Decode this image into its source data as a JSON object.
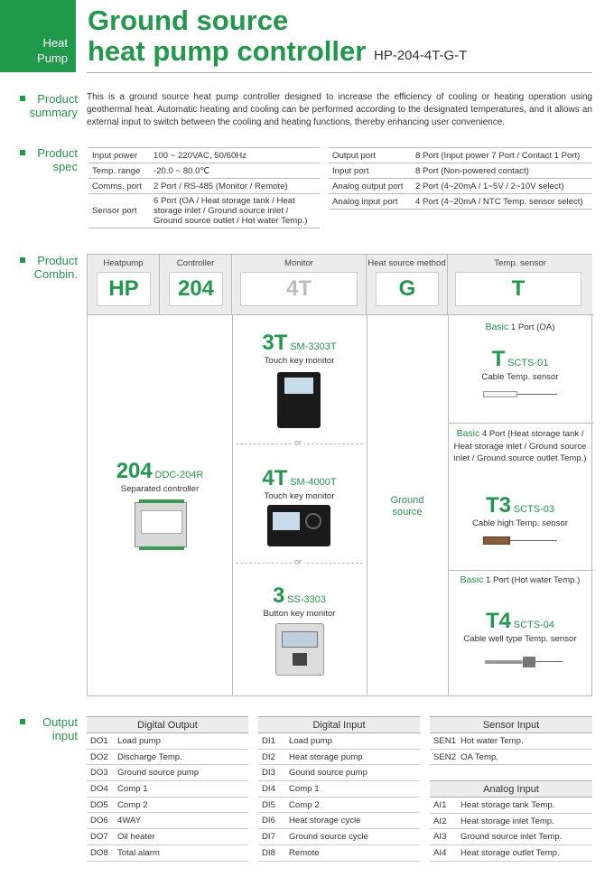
{
  "header": {
    "tag_line1": "Heat",
    "tag_line2": "Pump",
    "title_line1": "Ground source",
    "title_line2": "heat pump controller",
    "model": "HP-204-4T-G-T"
  },
  "summary": {
    "label_line1": "Product",
    "label_line2": "summary",
    "text": "This is a ground source heat pump controller designed to increase the efficiency of cooling or heating operation using geothermal heat. Automatic heating and cooling can be performed according to the designated temperatures, and it allows an external input to switch between the cooling and heating functions, thereby enhancing user convenience."
  },
  "spec": {
    "label_line1": "Product",
    "label_line2": "spec",
    "left": [
      {
        "k": "Input power",
        "v": "100 ~ 220VAC, 50/60Hz"
      },
      {
        "k": "Temp. range",
        "v": "-20.0 ~ 80.0℃"
      },
      {
        "k": "Comms. port",
        "v": "2 Port / RS-485 (Monitor / Remote)"
      },
      {
        "k": "Sensor port",
        "v": "6 Port (OA / Heat storage tank / Heat storage inlet / Ground source inlet / Ground source outlet / Hot water Temp.)"
      }
    ],
    "right": [
      {
        "k": "Output port",
        "v": "8 Port (Input power 7 Port / Contact 1 Port)"
      },
      {
        "k": "Input port",
        "v": "8 Port (Non-powered contact)"
      },
      {
        "k": "Analog output port",
        "v": "2 Port (4~20mA / 1~5V / 2~10V select)"
      },
      {
        "k": "Analog input port",
        "v": "4 Port (4~20mA / NTC Temp. sensor select)"
      }
    ]
  },
  "combin": {
    "label_line1": "Product",
    "label_line2": "Combin.",
    "headers": [
      {
        "label": "Heatpump",
        "code": "HP"
      },
      {
        "label": "Controller",
        "code": "204"
      },
      {
        "label": "Monitor",
        "code": "4T"
      },
      {
        "label": "Heat source method",
        "code": "G"
      },
      {
        "label": "Temp. sensor",
        "code": "T"
      }
    ],
    "controller": {
      "code": "204",
      "model": "DDC-204R",
      "caption": "Separated controller"
    },
    "or_text": "or",
    "monitors": [
      {
        "code": "3T",
        "model": "SM-3303T",
        "caption": "Touch key monitor"
      },
      {
        "code": "4T",
        "model": "SM-4000T",
        "caption": "Touch key monitor"
      },
      {
        "code": "3",
        "model": "SS-3303",
        "caption": "Button key monitor"
      }
    ],
    "heat_source_line1": "Ground",
    "heat_source_line2": "source",
    "sensors": [
      {
        "basic": "Basic",
        "desc": " 1 Port (OA)",
        "code": "T",
        "model": "SCTS-01",
        "caption": "Cable Temp. sensor"
      },
      {
        "basic": "Basic",
        "desc": " 4 Port (Heat storage tank / Heat storage inlet / Ground source inlet / Ground source outlet Temp.)",
        "code": "T3",
        "model": "SCTS-03",
        "caption": "Cable high Temp. sensor"
      },
      {
        "basic": "Basic",
        "desc": " 1 Port (Hot water Temp.)",
        "code": "T4",
        "model": "SCTS-04",
        "caption": "Cable well type Temp. sensor"
      }
    ]
  },
  "io": {
    "label_line1": "Output",
    "label_line2": "input",
    "digital_output": {
      "title": "Digital Output",
      "rows": [
        [
          "DO1",
          "Load pump"
        ],
        [
          "DO2",
          "Discharge Temp."
        ],
        [
          "DO3",
          "Ground source pump"
        ],
        [
          "DO4",
          "Comp 1"
        ],
        [
          "DO5",
          "Comp 2"
        ],
        [
          "DO6",
          "4WAY"
        ],
        [
          "DO7",
          "Oil heater"
        ],
        [
          "DO8",
          "Total alarm"
        ]
      ]
    },
    "digital_input": {
      "title": "Digital Input",
      "rows": [
        [
          "DI1",
          "Load pump"
        ],
        [
          "DI2",
          "Heat storage pump"
        ],
        [
          "DI3",
          "Gound source pump"
        ],
        [
          "DI4",
          "Comp 1"
        ],
        [
          "DI5",
          "Comp 2"
        ],
        [
          "DI6",
          "Heat storage cycle"
        ],
        [
          "DI7",
          "Ground source cycle"
        ],
        [
          "DI8",
          "Remote"
        ]
      ]
    },
    "sensor_input": {
      "title": "Sensor Input",
      "rows": [
        [
          "SEN1",
          "Hot water Temp."
        ],
        [
          "SEN2",
          "OA Temp."
        ]
      ]
    },
    "analog_input": {
      "title": "Analog Input",
      "rows": [
        [
          "AI1",
          "Heat storage tank Temp."
        ],
        [
          "AI2",
          "Heat storage inlet Temp."
        ],
        [
          "AI3",
          "Ground source inlet Temp."
        ],
        [
          "AI4",
          "Heat storage outlet Temp."
        ]
      ]
    }
  },
  "colors": {
    "accent": "#1f9a4a",
    "header_gray": "#ececec"
  }
}
